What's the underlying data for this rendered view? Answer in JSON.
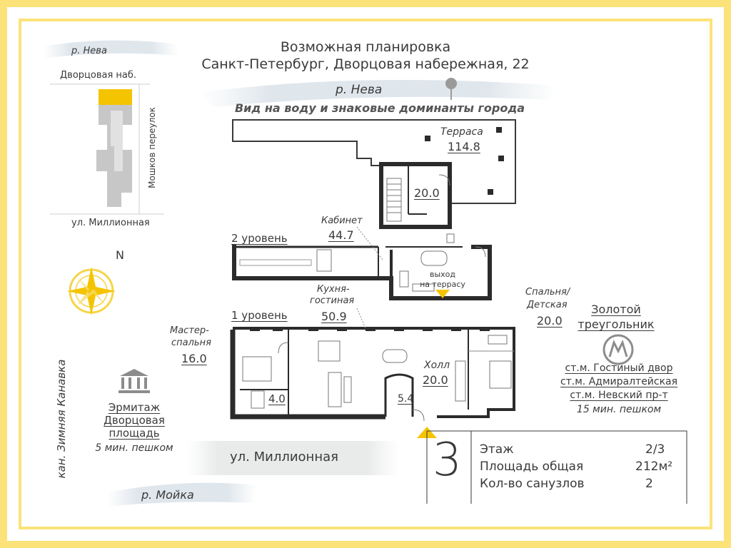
{
  "header": {
    "title_line1": "Возможная планировка",
    "title_line2": "Санкт-Петербург, Дворцовая набережная, 22",
    "river": "р. Нева",
    "view": "Вид на воду и знаковые доминанты города"
  },
  "minimap": {
    "river": "р. Нева",
    "embankment": "Дворцовая наб.",
    "lane": "Мошков переулок",
    "street": "ул. Миллионная",
    "north": "N"
  },
  "rooms": {
    "terrace_label": "Терраса",
    "terrace_area": "114.8",
    "room20_area": "20.0",
    "cabinet_label": "Кабинет",
    "cabinet_area": "44.7",
    "level2": "2 уровень",
    "exit_line1": "выход",
    "exit_line2": "на террасу",
    "level1": "1 уровень",
    "kitchen_line1": "Кухня-",
    "kitchen_line2": "гостиная",
    "kitchen_area": "50.9",
    "master_line1": "Мастер-",
    "master_line2": "спальня",
    "master_area": "16.0",
    "bath_area": "4.0",
    "small_area": "5.4",
    "hall_label": "Холл",
    "hall_area": "20.0",
    "bedroom_line1": "Спальня/",
    "bedroom_line2": "Детская",
    "bedroom_area": "20.0"
  },
  "surroundings": {
    "golden_line1": "Золотой",
    "golden_line2": "треугольник",
    "metro1": "ст.м. Гостиный двор",
    "metro2": "ст.м. Адмиралтейская",
    "metro3": "ст.м. Невский пр-т",
    "metro_walk": "15 мин. пешком",
    "hermitage_line1": "Эрмитаж",
    "hermitage_line2": "Дворцовая",
    "hermitage_line3": "площадь",
    "hermitage_walk": "5 мин. пешком",
    "canal": "кан. Зимняя Канавка",
    "street_bottom": "ул. Миллионная",
    "river_bottom": "р. Мойка"
  },
  "info": {
    "number": "3",
    "rows": [
      {
        "label": "Этаж",
        "value": "2/3"
      },
      {
        "label": "Площадь общая",
        "value": "212м²"
      },
      {
        "label": "Кол-во санузлов",
        "value": "2"
      }
    ]
  },
  "colors": {
    "accent": "#fbe37a",
    "wall": "#2b2b2b",
    "marker": "#f5c400"
  }
}
